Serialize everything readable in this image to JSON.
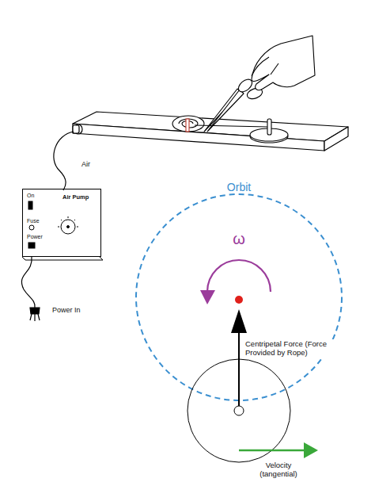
{
  "diagram": {
    "nodes": [
      {
        "text": [
          "Air Pump",
          "On",
          "Fuse",
          "Power"
        ]
      }
    ],
    "labels": [
      "Air",
      "Power In",
      "Orbit",
      "ω",
      "Centripetal Force (Force Provided by Rope)",
      "Velocity (tangential)"
    ]
  }
}
